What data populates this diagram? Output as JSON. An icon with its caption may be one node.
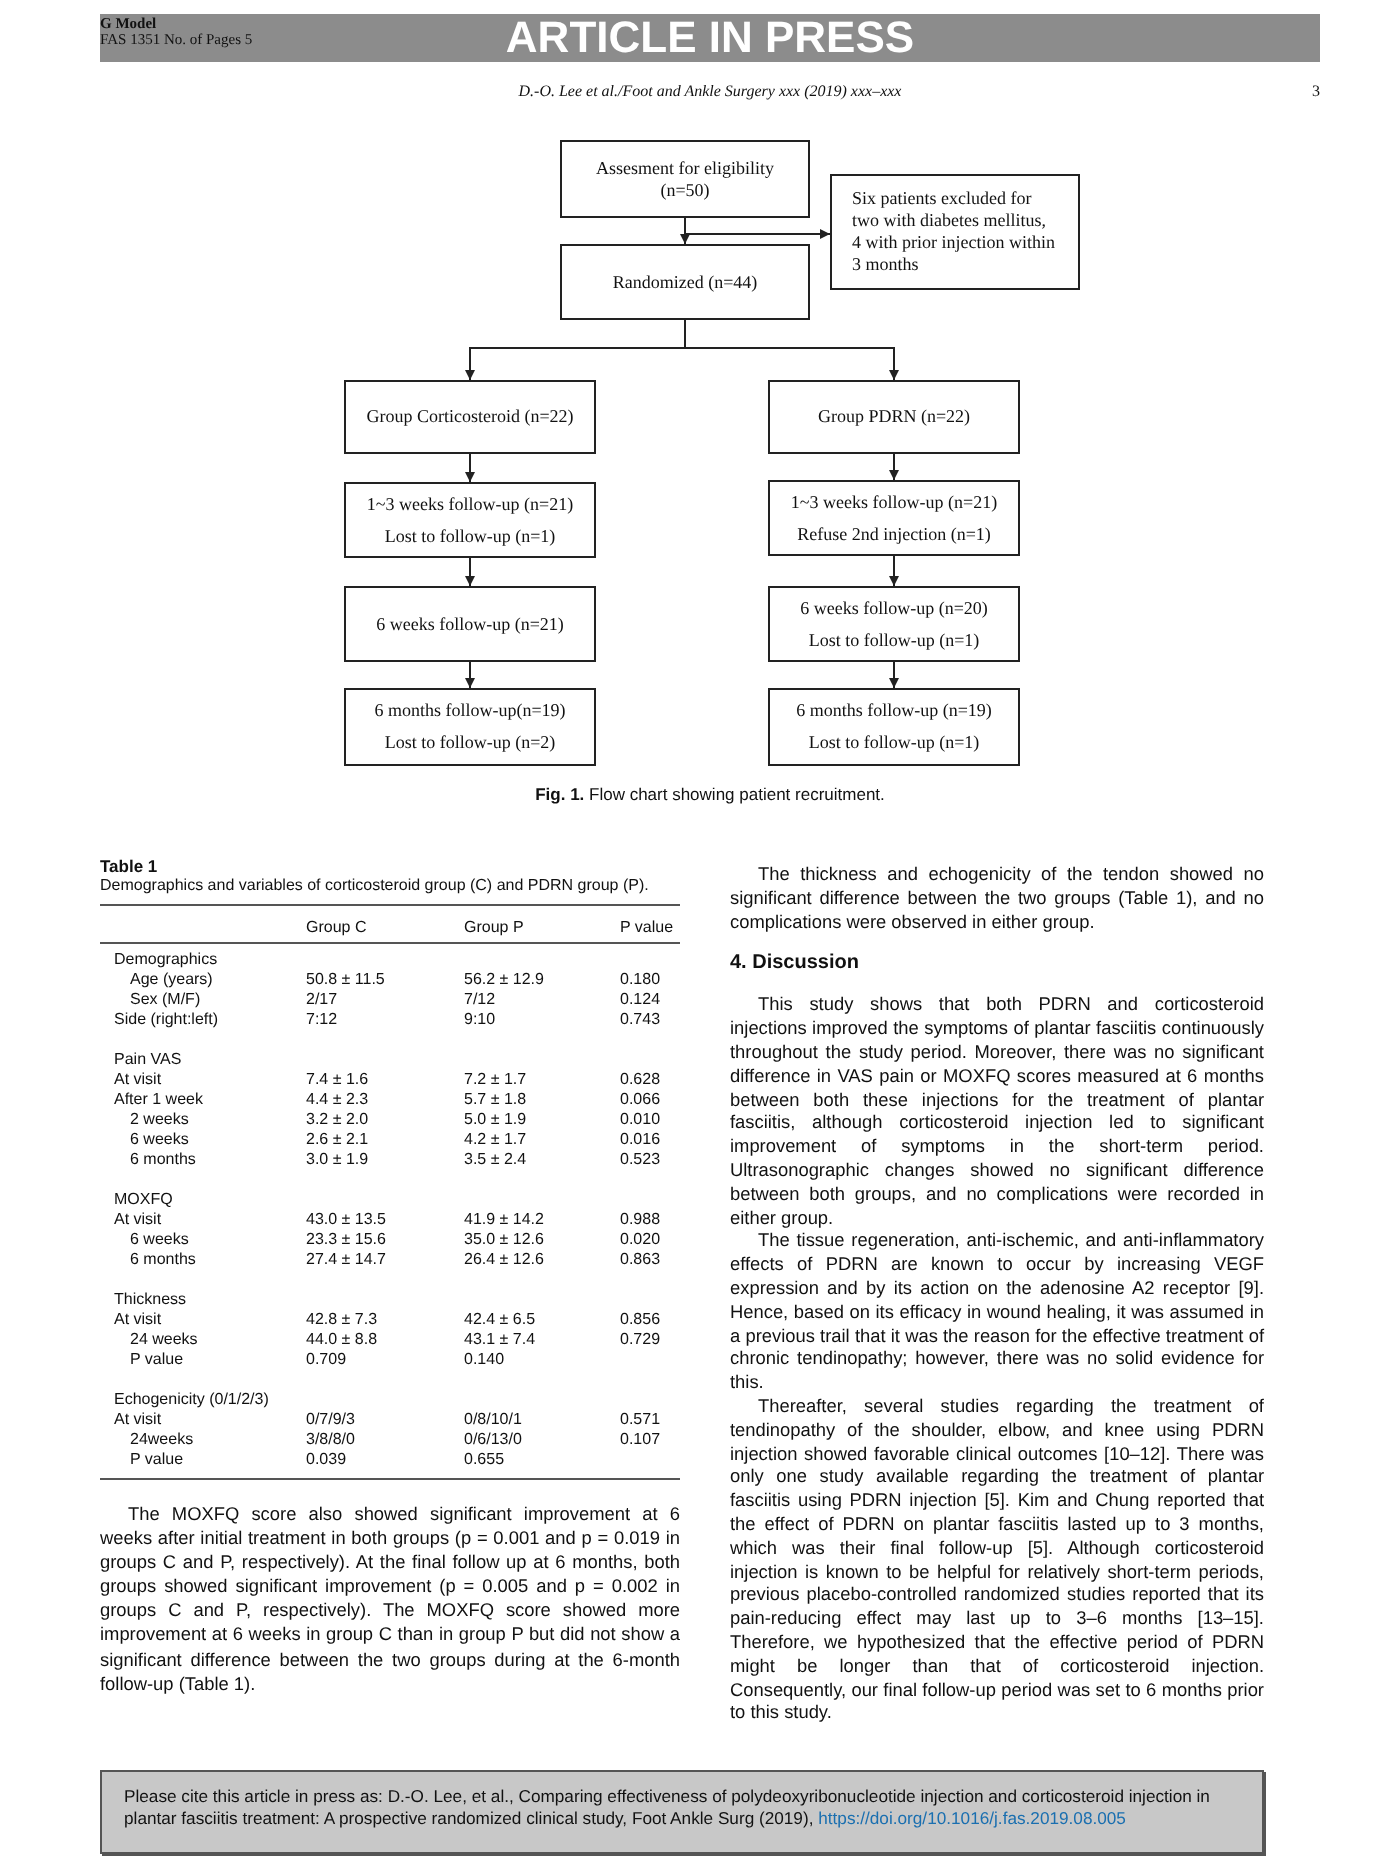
{
  "diagram": {
    "caption": "**Fig. 1.** Flow chart showing patient recruitment.",
    "nodes": [
      {
        "text": [
          "Assesment for eligibility (n=50)"
        ]
      },
      {
        "text": [
          "Six patients excluded for two with diabetes mellitus, 4 with prior injection within 3 months"
        ]
      },
      {
        "text": [
          "Randomized (n=44)"
        ]
      },
      {
        "text": [
          "Group Corticosteroid (n=22)"
        ]
      },
      {
        "text": [
          "Group PDRN (n=22)"
        ]
      },
      {
        "text": [
          "1~3 weeks follow-up (n=21)",
          "Lost to follow-up (n=1)"
        ]
      },
      {
        "text": [
          "1~3 weeks follow-up (n=21)",
          "Refuse 2nd injection (n=1)"
        ]
      },
      {
        "text": [
          "6 weeks follow-up (n=21)"
        ]
      },
      {
        "text": [
          "6 weeks follow-up (n=20)",
          "Lost to follow-up (n=1)"
        ]
      },
      {
        "text": [
          "6 months follow-up(n=19)",
          "Lost to follow-up (n=2)"
        ]
      },
      {
        "text": [
          "6 months follow-up (n=19)",
          "Lost to follow-up (n=1)"
        ]
      }
    ],
    "edges": [
      {
        "from": 0,
        "to": 2,
        "arrow": "to"
      },
      {
        "from": 0,
        "to": 1,
        "arrow": "to"
      },
      {
        "from": 2,
        "to": 3,
        "arrow": "to"
      },
      {
        "from": 2,
        "to": 4,
        "arrow": "to"
      },
      {
        "from": 3,
        "to": 5,
        "arrow": "to"
      },
      {
        "from": 5,
        "to": 7,
        "arrow": "to"
      },
      {
        "from": 7,
        "to": 9,
        "arrow": "to"
      },
      {
        "from": 4,
        "to": 6,
        "arrow": "to"
      },
      {
        "from": 6,
        "to": 8,
        "arrow": "to"
      },
      {
        "from": 8,
        "to": 10,
        "arrow": "to"
      }
    ],
    "labels": [
      "G Model",
      "FAS 1351 No. of Pages 5",
      "ARTICLE IN PRESS",
      "D.-O. Lee et al./Foot and Ankle Surgery xxx (2019) xxx–xxx",
      "3",
      "Table 1",
      "Demographics and variables of corticosteroid group (C) and PDRN group (P).",
      "Group C",
      "Group P",
      "P value",
      "Demographics",
      "Age (years)",
      "50.8 ± 11.5",
      "56.2 ± 12.9",
      "0.180",
      "Sex (M/F)",
      "2/17",
      "7/12",
      "0.124",
      "Side (right:left)",
      "7:12",
      "9:10",
      "0.743",
      "Pain VAS",
      "At visit",
      "7.4 ± 1.6",
      "7.2 ± 1.7",
      "0.628",
      "After 1 week",
      "4.4 ± 2.3",
      "5.7 ± 1.8",
      "0.066",
      "2 weeks",
      "3.2 ± 2.0",
      "5.0 ± 1.9",
      "0.010",
      "6 weeks",
      "2.6 ± 2.1",
      "4.2 ± 1.7",
      "0.016",
      "6 months",
      "3.0 ± 1.9",
      "3.5 ± 2.4",
      "0.523",
      "MOXFQ",
      "At visit",
      "43.0 ± 13.5",
      "41.9 ± 14.2",
      "0.988",
      "6 weeks",
      "23.3 ± 15.6",
      "35.0 ± 12.6",
      "0.020",
      "6 months",
      "27.4 ± 14.7",
      "26.4 ± 12.6",
      "0.863",
      "Thickness",
      "At visit",
      "42.8 ± 7.3",
      "42.4 ± 6.5",
      "0.856",
      "24 weeks",
      "44.0 ± 8.8",
      "43.1 ± 7.4",
      "0.729",
      "P value",
      "0.709",
      "0.140",
      "Echogenicity (0/1/2/3)",
      "At visit",
      "0/7/9/3",
      "0/8/10/1",
      "0.571",
      "24weeks",
      "3/8/8/0",
      "0/6/13/0",
      "0.107",
      "P value",
      "0.039",
      "0.655",
      "The MOXFQ score also showed significant improvement at 6 weeks after initial treatment in both groups (p = 0.001 and p = 0.019 in groups C and P, respectively). At the final follow up at 6 months, both groups showed significant improvement (p = 0.005 and p = 0.002 in groups C and P, respectively). The MOXFQ score showed more improvement at 6 weeks in group C than in group P but did not show a significant difference between the two groups during at the 6-month follow-up (Table 1).",
      "The thickness and echogenicity of the tendon showed no significant difference between the two groups (Table 1), and no complications were observed in either group.",
      "4. Discussion",
      "This study shows that both PDRN and corticosteroid injections improved the symptoms of plantar fasciitis continuously throughout the study period. Moreover, there was no significant difference in VAS pain or MOXFQ scores measured at 6 months between both these injections for the treatment of plantar fasciitis, although corticosteroid injection led to significant improvement of symptoms in the short-term period. Ultrasonographic changes showed no significant difference between both groups, and no complications were recorded in either group.",
      "The tissue regeneration, anti-ischemic, and anti-inflammatory effects of PDRN are known to occur by increasing VEGF expression and by its action on the adenosine A2 receptor [9]. Hence, based on its efficacy in wound healing, it was assumed in a previous trail that it was the reason for the effective treatment of chronic tendinopathy; however, there was no solid evidence for this.",
      "Thereafter, several studies regarding the treatment of tendinopathy of the shoulder, elbow, and knee using PDRN injection showed favorable clinical outcomes [10–12]. There was only one study available regarding the treatment of plantar fasciitis using PDRN injection [5]. Kim and Chung reported that the effect of PDRN on plantar fasciitis lasted up to 3 months, which was their final follow-up [5]. Although corticosteroid injection is known to be helpful for relatively short-term periods, previous placebo-controlled randomized studies reported that its pain-reducing effect may last up to 3–6 months [13–15]. Therefore, we hypothesized that the effective period of PDRN might be longer than that of corticosteroid injection. Consequently, our final follow-up period was set to 6 months prior to this study.",
      "Please cite this article in press as: D.-O. Lee, et al., Comparing effectiveness of polydeoxyribonucleotide injection and corticosteroid injection in plantar fasciitis treatment: A prospective randomized clinical study, Foot Ankle Surg (2019),",
      "https://doi.org/10.1016/j.fas.2019.08.005"
    ]
  }
}
